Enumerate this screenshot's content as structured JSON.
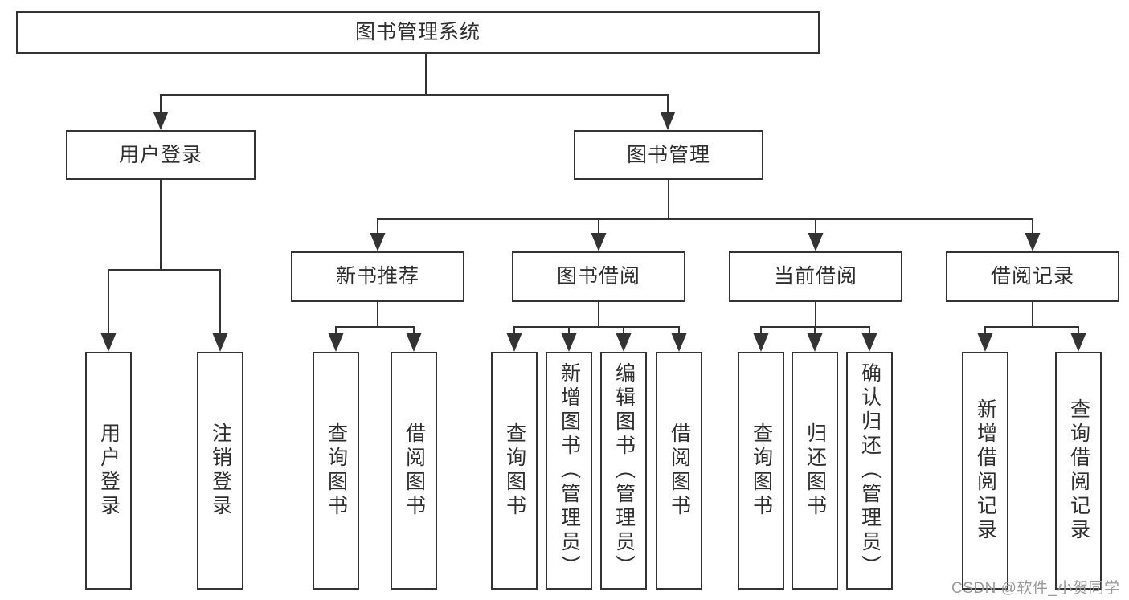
{
  "diagram": {
    "colors": {
      "line": "#333333",
      "box_border": "#333333",
      "text": "#2e2e2e",
      "watermark": "#9a9a9a",
      "background": "#ffffff"
    },
    "nodes": {
      "root": {
        "label": "图书管理系统"
      },
      "level2": [
        {
          "label": "用户登录"
        },
        {
          "label": "图书管理"
        }
      ],
      "level3": [
        {
          "label": "新书推荐"
        },
        {
          "label": "图书借阅"
        },
        {
          "label": "当前借阅"
        },
        {
          "label": "借阅记录"
        }
      ],
      "leaves_user_login": [
        "用户登录",
        "注销登录"
      ],
      "leaves_new_book": [
        "查询图书",
        "借阅图书"
      ],
      "leaves_book_borrow": [
        "查询图书",
        "新增图书（管理员）",
        "编辑图书（管理员）",
        "借阅图书"
      ],
      "leaves_current_borrow": [
        "查询图书",
        "归还图书",
        "确认归还（管理员）"
      ],
      "leaves_borrow_record": [
        "新增借阅记录",
        "查询借阅记录"
      ]
    },
    "watermark": "CSDN @软件_小贺同学"
  }
}
